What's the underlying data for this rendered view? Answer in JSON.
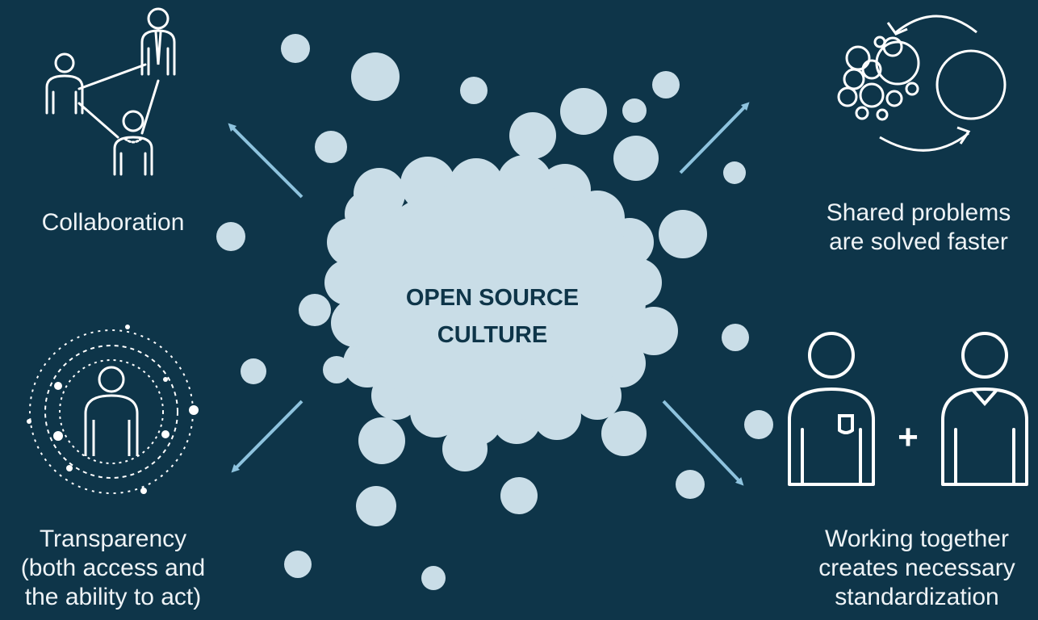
{
  "center": {
    "line1": "OPEN SOURCE",
    "line2": "CULTURE"
  },
  "labels": {
    "collaboration": "Collaboration",
    "shared_line1": "Shared problems",
    "shared_line2": "are solved faster",
    "transparency_line1": "Transparency",
    "transparency_line2": "(both access and",
    "transparency_line3": "the ability to act)",
    "working_line1": "Working together",
    "working_line2": "creates necessary",
    "working_line3": "standardization",
    "plus": "+"
  },
  "colors": {
    "background": "#0e3549",
    "bubble": "#c9dde7",
    "line": "#ffffff",
    "arrow": "#8ec3de"
  },
  "icons": [
    "collaboration-network-icon",
    "shared-problems-cycle-icon",
    "transparency-person-icon",
    "working-together-people-icon"
  ]
}
